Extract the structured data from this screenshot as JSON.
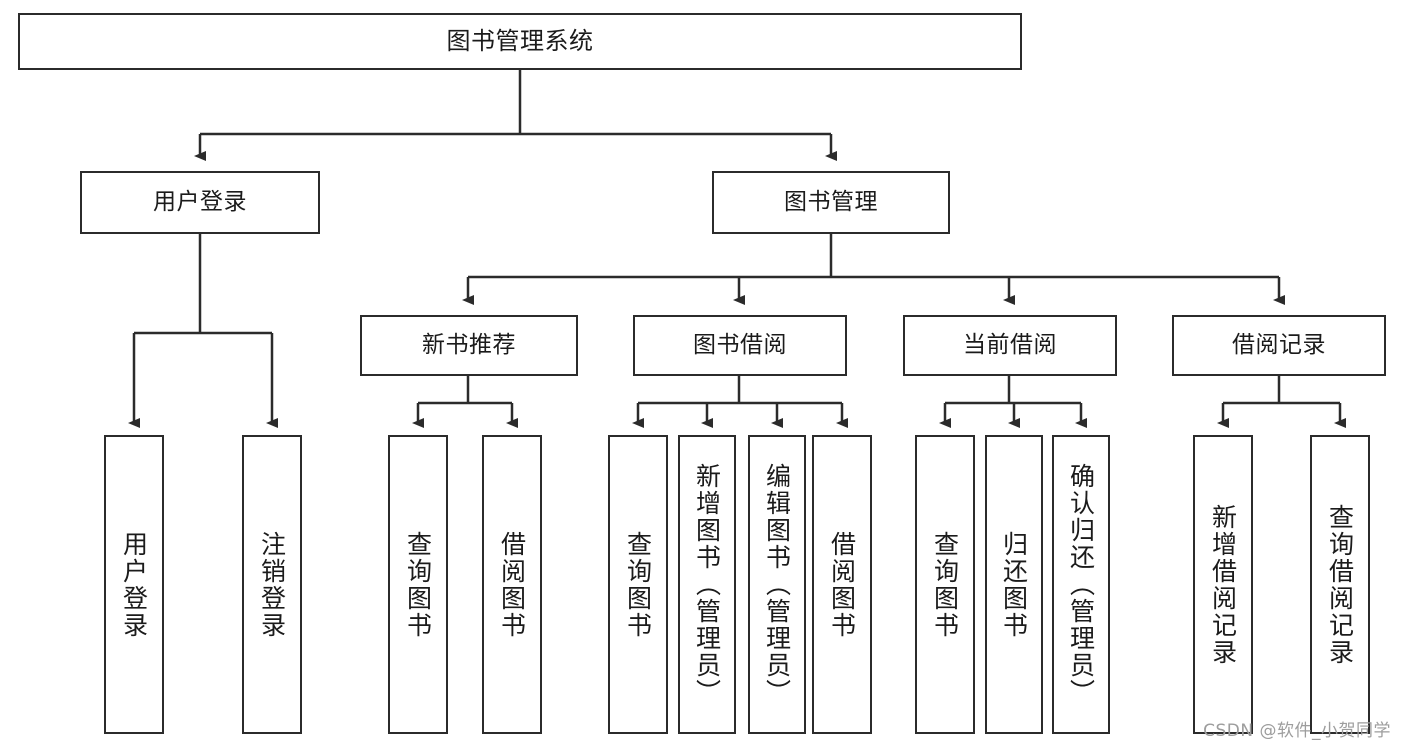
{
  "diagram": {
    "title": "图书管理系统",
    "type": "tree",
    "orientation": "top-down",
    "colors": {
      "box_border": "#2b2b2b",
      "box_fill": "#ffffff",
      "edge": "#2b2b2b",
      "text": "#1b1b1b",
      "watermark": "#9d9d9d",
      "background": "#ffffff"
    },
    "nodes": {
      "root": {
        "label": "图书管理系统"
      },
      "level2": [
        {
          "id": "user-login",
          "label": "用户登录"
        },
        {
          "id": "book-manage",
          "label": "图书管理"
        }
      ],
      "level3": [
        {
          "id": "new-book-rec",
          "label": "新书推荐"
        },
        {
          "id": "book-borrow",
          "label": "图书借阅"
        },
        {
          "id": "current-borrow",
          "label": "当前借阅"
        },
        {
          "id": "borrow-record",
          "label": "借阅记录"
        }
      ],
      "leaves": {
        "user-login": [
          {
            "id": "leaf-user-login",
            "label": "用户登录"
          },
          {
            "id": "leaf-logout-login",
            "label": "注销登录"
          }
        ],
        "new-book-rec": [
          {
            "id": "leaf-query-book-1",
            "label": "查询图书"
          },
          {
            "id": "leaf-borrow-book-1",
            "label": "借阅图书"
          }
        ],
        "book-borrow": [
          {
            "id": "leaf-query-book-2",
            "label": "查询图书"
          },
          {
            "id": "leaf-add-book",
            "label": "新增图书（管理员）"
          },
          {
            "id": "leaf-edit-book",
            "label": "编辑图书（管理员）"
          },
          {
            "id": "leaf-borrow-book-2",
            "label": "借阅图书"
          }
        ],
        "current-borrow": [
          {
            "id": "leaf-query-book-3",
            "label": "查询图书"
          },
          {
            "id": "leaf-return-book",
            "label": "归还图书"
          },
          {
            "id": "leaf-confirm-return",
            "label": "确认归还（管理员）"
          }
        ],
        "borrow-record": [
          {
            "id": "leaf-add-record",
            "label": "新增借阅记录"
          },
          {
            "id": "leaf-query-record",
            "label": "查询借阅记录"
          }
        ]
      }
    }
  },
  "watermark": {
    "text": "CSDN @软件_小贺同学"
  }
}
